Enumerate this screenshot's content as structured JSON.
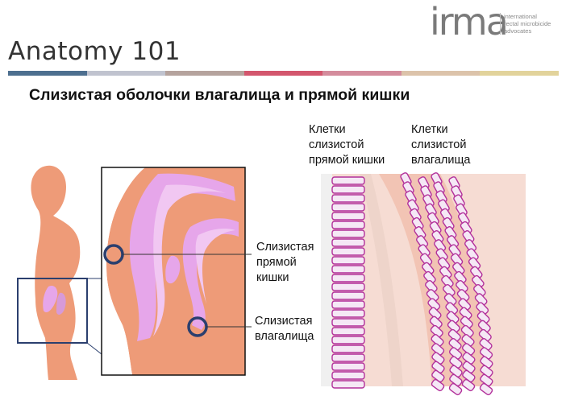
{
  "header": {
    "logo_word": "irma",
    "logo_sub": [
      "international",
      "rectal microbicide",
      "advocates"
    ],
    "brand_title": "Anatomy 101",
    "stripe_colors": [
      "#4d6f8f",
      "#c0c3cf",
      "#b5a39d",
      "#d3566d",
      "#d48c9c",
      "#dcc3aa",
      "#e2d39b"
    ]
  },
  "slide": {
    "title": "Слизистая оболочки влагалища и прямой кишки"
  },
  "labels": {
    "rectal_mucosa": [
      "Слизистая",
      "прямой",
      "кишки"
    ],
    "vaginal_mucosa": [
      "Слизистая",
      "влагалища"
    ],
    "rectal_cells": [
      "Клетки",
      "слизистой",
      "прямой кишки"
    ],
    "vaginal_cells": [
      "Клетки",
      "слизистой",
      "влагалища"
    ]
  },
  "colors": {
    "skin": "#ee9b78",
    "mucosa": "#e6a6ea",
    "cell_outline": "#b2309b",
    "frame": "#2b3f6e"
  }
}
